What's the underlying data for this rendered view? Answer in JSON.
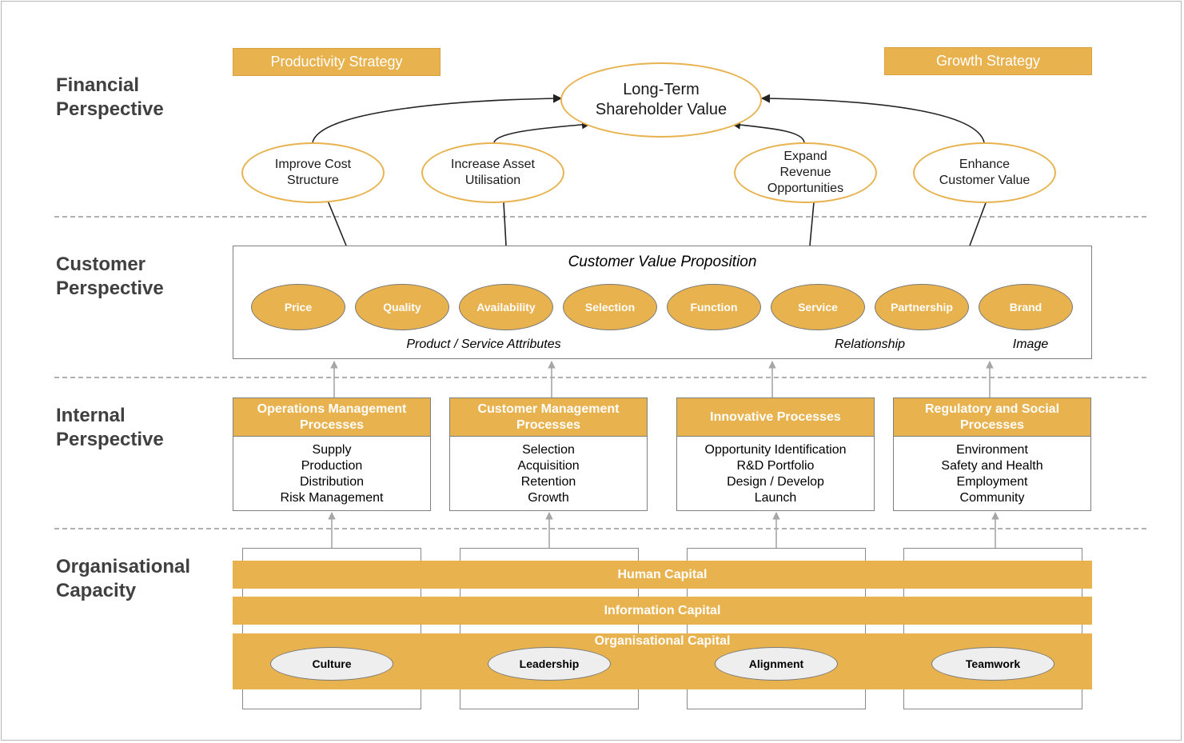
{
  "perspectives": {
    "financial": "Financial\nPerspective",
    "customer": "Customer\nPerspective",
    "internal": "Internal\nPerspective",
    "organisational": "Organisational\nCapacity"
  },
  "strategies": {
    "productivity": "Productivity Strategy",
    "growth": "Growth Strategy"
  },
  "financial": {
    "long_term": "Long-Term\nShareholder Value",
    "goals": [
      "Improve Cost\nStructure",
      "Increase Asset\nUtilisation",
      "Expand\nRevenue\nOpportunities",
      "Enhance\nCustomer Value"
    ]
  },
  "customer": {
    "title": "Customer Value Proposition",
    "attributes": [
      "Price",
      "Quality",
      "Availability",
      "Selection",
      "Function",
      "Service",
      "Partnership",
      "Brand"
    ],
    "groups": {
      "product_service": "Product / Service Attributes",
      "relationship": "Relationship",
      "image": "Image"
    }
  },
  "internal": {
    "processes": [
      {
        "title": "Operations Management\nProcesses",
        "items": [
          "Supply",
          "Production",
          "Distribution",
          "Risk Management"
        ]
      },
      {
        "title": "Customer Management\nProcesses",
        "items": [
          "Selection",
          "Acquisition",
          "Retention",
          "Growth"
        ]
      },
      {
        "title": "Innovative Processes",
        "items": [
          "Opportunity Identification",
          "R&D Portfolio",
          "Design / Develop",
          "Launch"
        ]
      },
      {
        "title": "Regulatory and Social\nProcesses",
        "items": [
          "Environment",
          "Safety and Health",
          "Employment",
          "Community"
        ]
      }
    ]
  },
  "organisational": {
    "human_capital": "Human Capital",
    "information_capital": "Information Capital",
    "organisational_capital": "Organisational Capital",
    "culture_items": [
      "Culture",
      "Leadership",
      "Alignment",
      "Teamwork"
    ]
  },
  "colors": {
    "accent": "#E8B24E",
    "border": "#7f7f7f",
    "heading": "#404040",
    "divider": "#b0b0b0",
    "arrow": "#a6a6a6",
    "pill": "#eeeeee"
  }
}
